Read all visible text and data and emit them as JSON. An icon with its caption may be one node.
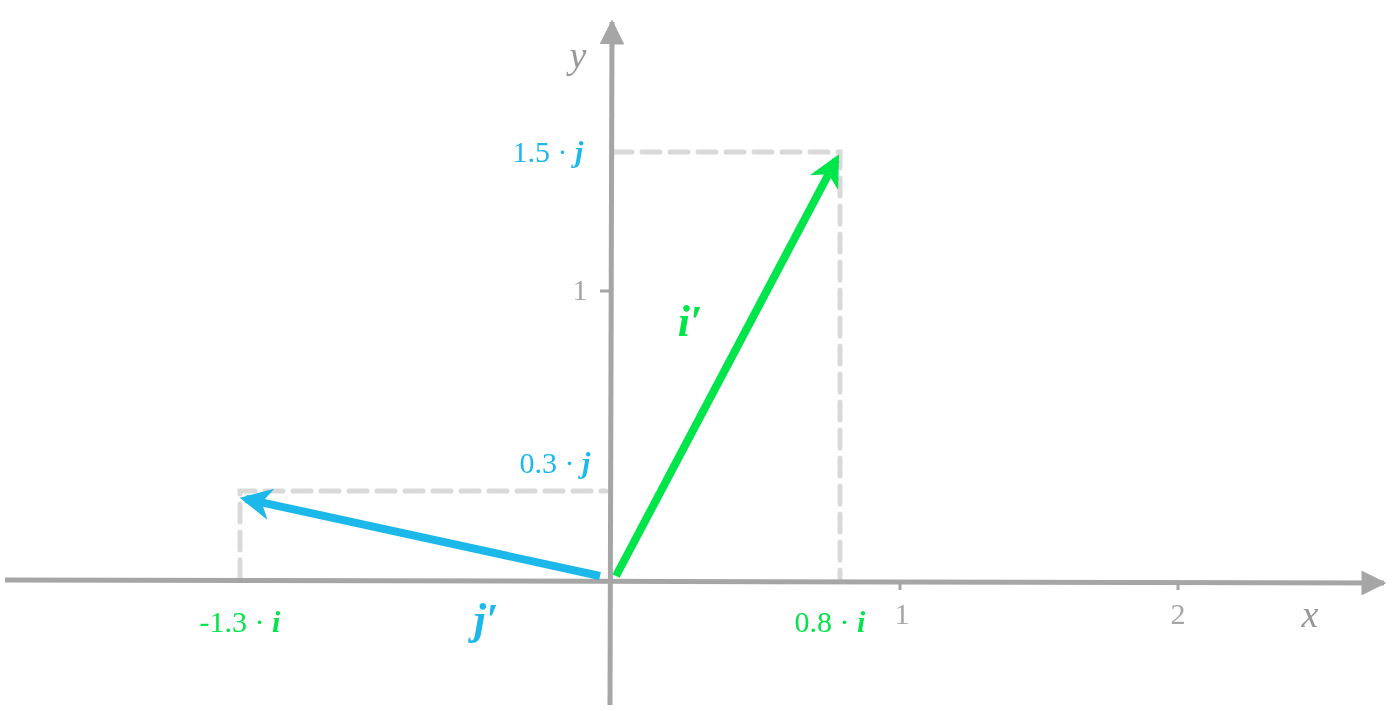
{
  "diagram": {
    "labels": [
      "y",
      "1.5 · **j**",
      "1",
      "i′",
      "0.3 · **j**",
      "-1.3 · **i**",
      "j′",
      "0.8 · **i**",
      "1",
      "2",
      "x"
    ]
  }
}
